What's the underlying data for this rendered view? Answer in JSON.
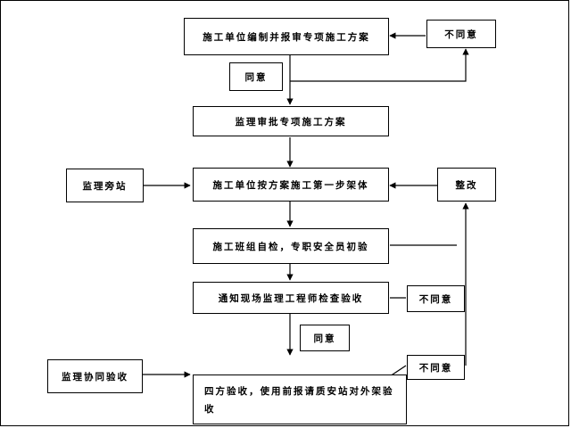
{
  "flowchart": {
    "n1": "施工单位编制并报审专项施工方案",
    "n2": "监理审批专项施工方案",
    "n3": "施工单位按方案施工第一步架体",
    "n4": "施工班组自检，专职安全员初验",
    "n5": "通知现场监理工程师检查验收",
    "n6": "四方验收，使用前报请质安站对外架验收",
    "disagree_1": "不同意",
    "agree_1": "同意",
    "supervision_station": "监理旁站",
    "rectify": "整改",
    "disagree_2": "不同意",
    "agree_2": "同意",
    "supervision_assist": "监理协同验收",
    "disagree_3": "不同意"
  }
}
